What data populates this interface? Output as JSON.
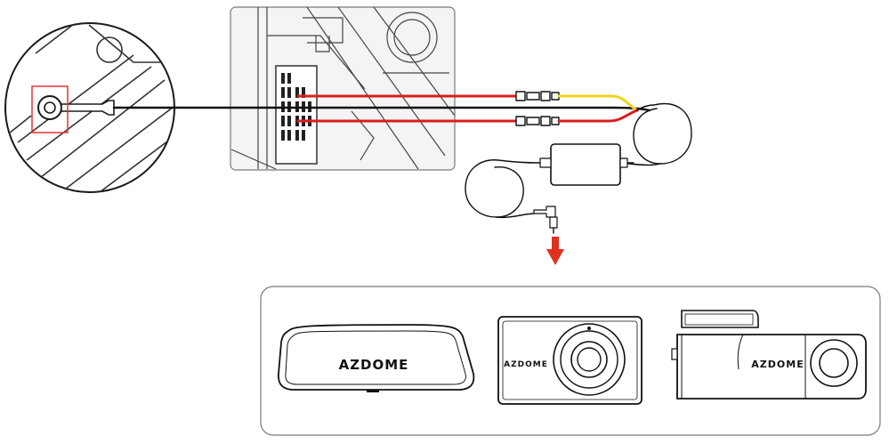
{
  "diagram": {
    "type": "hardwire-kit-installation",
    "wire_colors": {
      "ground": "#111111",
      "acc": "#d81e1e",
      "constant": "#f1d41c",
      "arrow": "#e0301e",
      "highlight_box": "#e03535"
    },
    "products": [
      {
        "id": "mirror-dashcam",
        "brand": "AZDOME"
      },
      {
        "id": "front-dashcam",
        "brand": "AZDOME"
      },
      {
        "id": "tube-dashcam",
        "brand": "AZDOME"
      }
    ]
  }
}
